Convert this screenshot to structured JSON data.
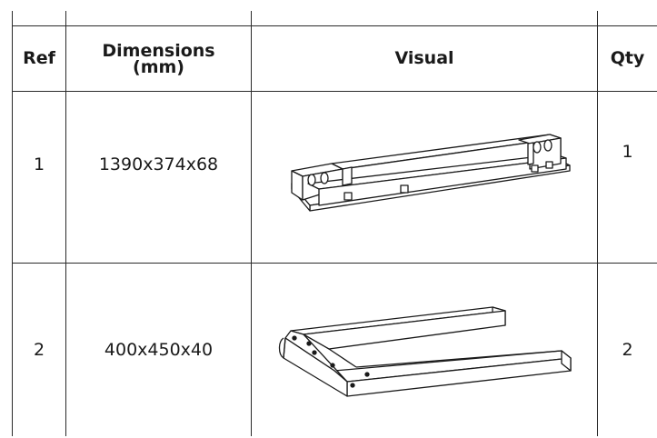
{
  "table": {
    "headers": {
      "ref": "Ref",
      "dimensions": "Dimensions\n(mm)",
      "visual": "Visual",
      "qty": "Qty"
    },
    "rows": [
      {
        "ref": "1",
        "dimensions": "1390x374x68",
        "visual_icon": "base-frame-drawing-icon",
        "qty": "1"
      },
      {
        "ref": "2",
        "dimensions": "400x450x40",
        "visual_icon": "u-shaped-leg-drawing-icon",
        "qty": "2"
      }
    ]
  }
}
